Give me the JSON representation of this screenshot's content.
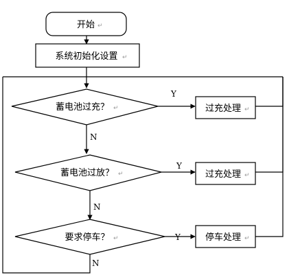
{
  "nodes": {
    "start": "开始",
    "init": "系统初始化设置",
    "check_overcharge": "蓄电池过充？",
    "check_overdischarge": "蓄电池过放？",
    "check_stop": "要求停车？",
    "handle_overcharge": "过充处理",
    "handle_overdischarge": "过充处理",
    "handle_stop": "停车处理"
  },
  "branch_labels": {
    "yes": "Y",
    "no": "N"
  },
  "paragraph_mark": "↵"
}
